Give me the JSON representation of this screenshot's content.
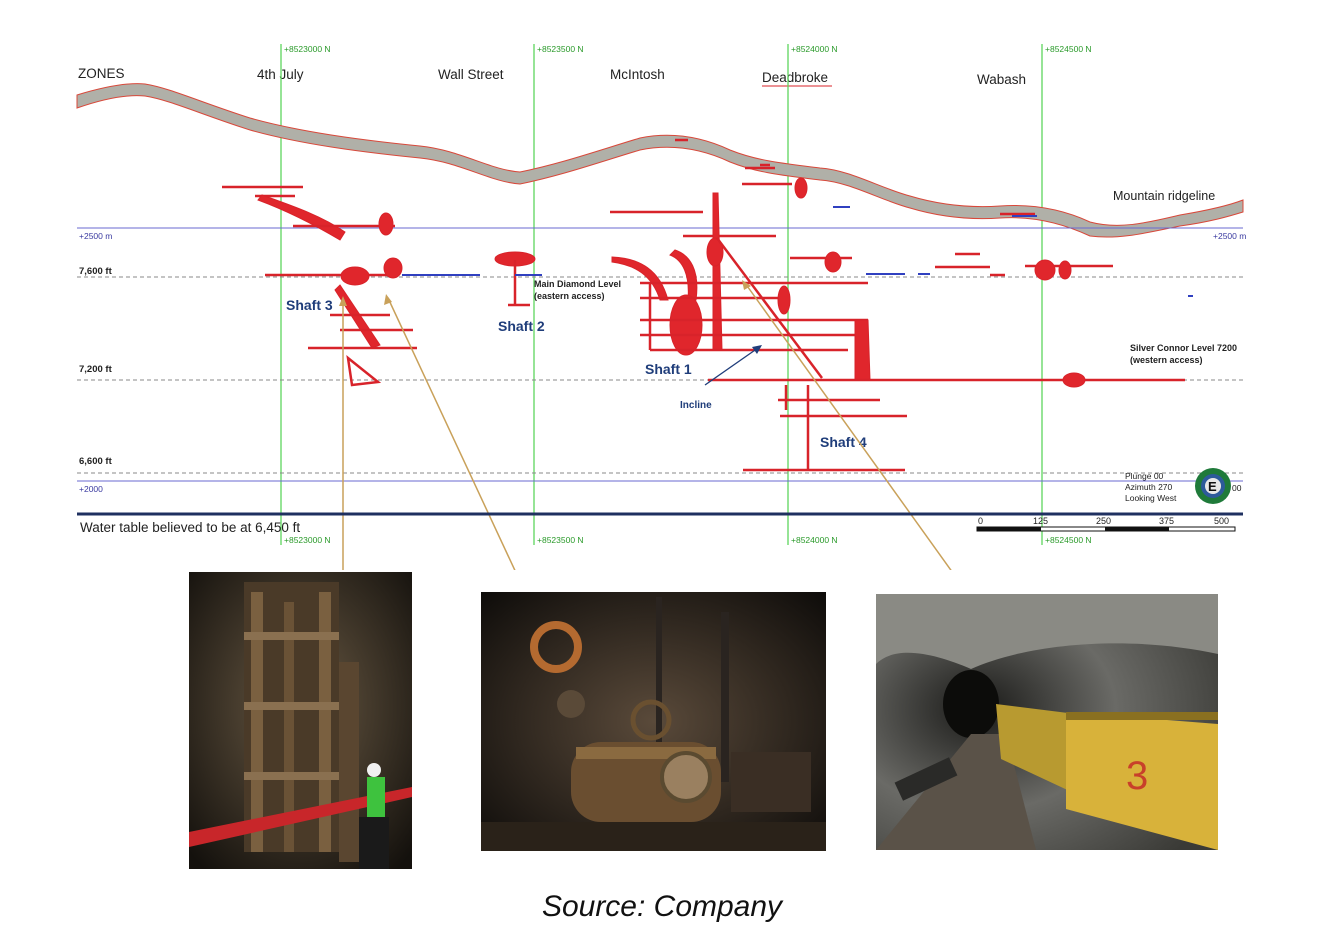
{
  "zones_header": "ZONES",
  "zones": [
    {
      "label": "4th July"
    },
    {
      "label": "Wall Street"
    },
    {
      "label": "McIntosh"
    },
    {
      "label": "Deadbroke"
    },
    {
      "label": "Wabash"
    }
  ],
  "northings": [
    "+8523000 N",
    "+8523500 N",
    "+8524000 N",
    "+8524500 N"
  ],
  "elevation_lines": {
    "upper": "+2500 m",
    "lower": "+2000"
  },
  "level_labels": [
    "7,600 ft",
    "7,200 ft",
    "6,600 ft"
  ],
  "ridgeline_label": "Mountain ridgeline",
  "main_diamond_level": [
    "Main Diamond Level",
    "(eastern access)"
  ],
  "silver_connor_level": [
    "Silver Connor Level 7200",
    "(western access)"
  ],
  "shafts": [
    "Shaft 3",
    "Shaft 2",
    "Shaft 1",
    "Shaft 4"
  ],
  "incline_label": "Incline",
  "view_info": [
    "Plunge 00",
    "Azimuth 270",
    "Looking West"
  ],
  "compass_letter": "E",
  "compass_partial": "00",
  "water_table": "Water table believed to be at 6,450 ft",
  "scale_ticks": [
    "0",
    "125",
    "250",
    "375",
    "500"
  ],
  "photos": [
    {
      "name": "shaft-headframe-photo"
    },
    {
      "name": "hoist-engine-photo"
    },
    {
      "name": "ore-cart-tunnel-photo"
    }
  ],
  "source_caption": "Source: Company",
  "colors": {
    "workings": "#d8232a",
    "grid": "#5ed65e",
    "elevation": "#6a6ad0",
    "ridge": "#a8a8a0",
    "accent_blue": "#1f3d7a",
    "leader": "#c9a15a"
  }
}
